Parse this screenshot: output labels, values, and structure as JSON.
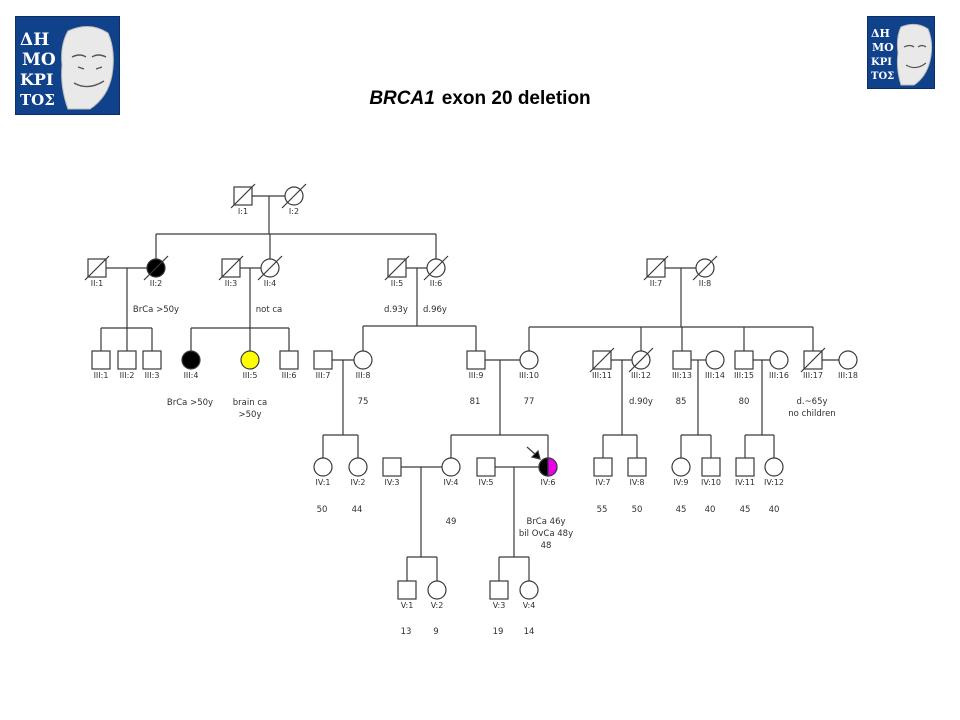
{
  "title": {
    "gene": "BRCA1",
    "rest": "exon 20 deletion"
  },
  "logo": {
    "text": "ΔΗΜΟΚΡΙΤΟΣ",
    "lines": [
      "ΔΗ",
      "ΜΟ",
      "ΚΡΙ",
      "ΤΟΣ"
    ]
  },
  "colors": {
    "affected": "#000000",
    "brain_cancer": "#ffff00",
    "ovarian_cancer": "#ee00ee",
    "line": "#3a3a3a",
    "logo_bg": "#10428c"
  },
  "individuals": {
    "I1": {
      "label": "I:1",
      "sex": "male",
      "deceased": true
    },
    "I2": {
      "label": "I:2",
      "sex": "female",
      "deceased": true
    },
    "II1": {
      "label": "II:1",
      "sex": "male",
      "deceased": true
    },
    "II2": {
      "label": "II:2",
      "sex": "female",
      "deceased": true,
      "affected": "full",
      "note": "BrCa >50y"
    },
    "II3": {
      "label": "II:3",
      "sex": "male",
      "deceased": true
    },
    "II4": {
      "label": "II:4",
      "sex": "female",
      "deceased": true,
      "note": "not ca"
    },
    "II5": {
      "label": "II:5",
      "sex": "male",
      "deceased": true,
      "note": "d.93y"
    },
    "II6": {
      "label": "II:6",
      "sex": "female",
      "deceased": true,
      "note": "d.96y"
    },
    "II7": {
      "label": "II:7",
      "sex": "male",
      "deceased": true
    },
    "II8": {
      "label": "II:8",
      "sex": "female",
      "deceased": true
    },
    "III1": {
      "label": "III:1",
      "sex": "male"
    },
    "III2": {
      "label": "III:2",
      "sex": "male"
    },
    "III3": {
      "label": "III:3",
      "sex": "male"
    },
    "III4": {
      "label": "III:4",
      "sex": "female",
      "affected": "full",
      "note": "BrCa >50y"
    },
    "III5": {
      "label": "III:5",
      "sex": "female",
      "affected": "brain",
      "note": [
        "brain ca",
        ">50y"
      ]
    },
    "III6": {
      "label": "III:6",
      "sex": "male"
    },
    "III7": {
      "label": "III:7",
      "sex": "male"
    },
    "III8": {
      "label": "III:8",
      "sex": "female",
      "note": "75"
    },
    "III9": {
      "label": "III:9",
      "sex": "male",
      "note": "81"
    },
    "III10": {
      "label": "III:10",
      "sex": "female",
      "note": "77"
    },
    "III11": {
      "label": "III:11",
      "sex": "male",
      "deceased": true
    },
    "III12": {
      "label": "III:12",
      "sex": "female",
      "deceased": true,
      "note": "d.90y"
    },
    "III13": {
      "label": "III:13",
      "sex": "male",
      "note": "85"
    },
    "III14": {
      "label": "III:14",
      "sex": "female"
    },
    "III15": {
      "label": "III:15",
      "sex": "male",
      "note": "80"
    },
    "III16": {
      "label": "III:16",
      "sex": "female"
    },
    "III17": {
      "label": "III:17",
      "sex": "male",
      "deceased": true,
      "note": [
        "d.~65y",
        "no children"
      ]
    },
    "III18": {
      "label": "III:18",
      "sex": "female"
    },
    "IV1": {
      "label": "IV:1",
      "sex": "female",
      "note": "50"
    },
    "IV2": {
      "label": "IV:2",
      "sex": "female",
      "note": "44"
    },
    "IV3": {
      "label": "IV:3",
      "sex": "male"
    },
    "IV4": {
      "label": "IV:4",
      "sex": "female",
      "note": "49"
    },
    "IV5": {
      "label": "IV:5",
      "sex": "male"
    },
    "IV6": {
      "label": "IV:6",
      "sex": "female",
      "affected": "half",
      "proband": true,
      "note": [
        "BrCa 46y",
        "bil OvCa 48y",
        "48"
      ]
    },
    "IV7": {
      "label": "IV:7",
      "sex": "male",
      "note": "55"
    },
    "IV8": {
      "label": "IV:8",
      "sex": "male",
      "note": "50"
    },
    "IV9": {
      "label": "IV:9",
      "sex": "female",
      "note": "45"
    },
    "IV10": {
      "label": "IV:10",
      "sex": "male",
      "note": "40"
    },
    "IV11": {
      "label": "IV:11",
      "sex": "male",
      "note": "45"
    },
    "IV12": {
      "label": "IV:12",
      "sex": "female",
      "note": "40"
    },
    "V1": {
      "label": "V:1",
      "sex": "male",
      "note": "13"
    },
    "V2": {
      "label": "V:2",
      "sex": "female",
      "note": "9"
    },
    "V3": {
      "label": "V:3",
      "sex": "male",
      "note": "19"
    },
    "V4": {
      "label": "V:4",
      "sex": "female",
      "note": "14"
    }
  }
}
